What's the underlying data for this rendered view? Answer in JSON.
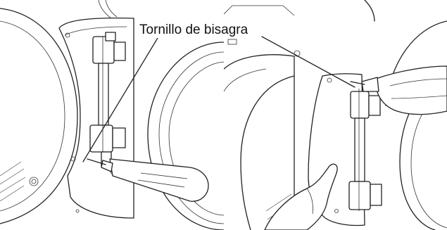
{
  "callout": {
    "label": "Tornillo de bisagra"
  },
  "panels": [
    {
      "id": "left",
      "tool": "screwdriver-icon"
    },
    {
      "id": "right",
      "tool": "screwdriver-icon"
    }
  ]
}
